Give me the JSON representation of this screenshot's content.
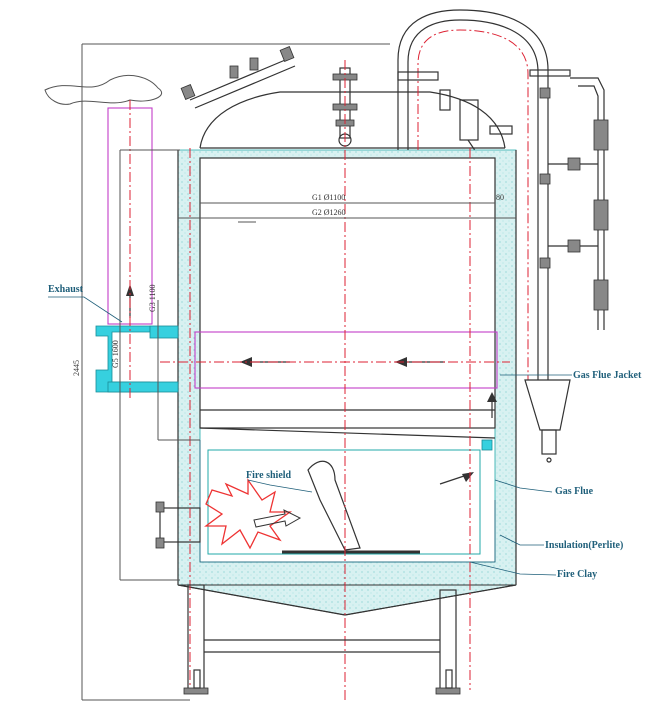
{
  "labels": {
    "exhaust": "Exhaust",
    "gas_flue_jacket": "Gas Flue Jacket",
    "gas_flue": "Gas Flue",
    "insulation": "Insulation(Perlite)",
    "fire_clay": "Fire Clay",
    "fire_shield": "Fire shield"
  },
  "dimensions": {
    "g1": "G1 Ø1100",
    "g2": "G2 Ø1260",
    "offset": "80",
    "overall_height": "2445",
    "g3": "G3 1100",
    "g5": "G5 1600"
  },
  "colors": {
    "insulation": "#d8f1f1",
    "flue_jacket": "#c23ec8",
    "exhaust_duct": "#36d0df",
    "centerline": "#dd2233",
    "leader_text": "#1f5f7a"
  }
}
